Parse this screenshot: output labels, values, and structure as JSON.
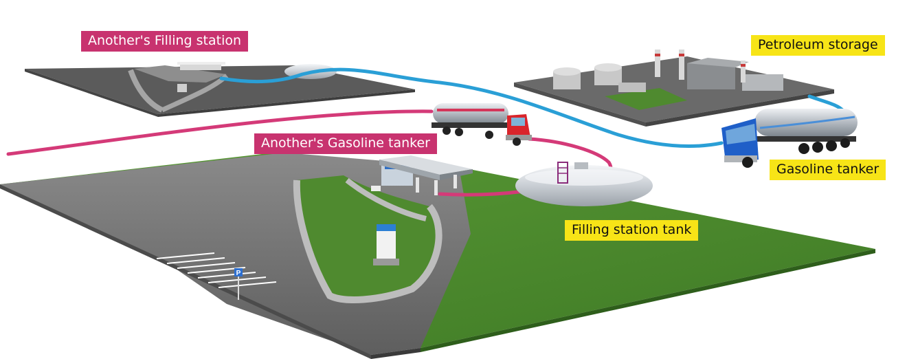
{
  "labels": {
    "another_station": "Another's Filling station",
    "another_tanker": "Another's Gasoline tanker",
    "petroleum_storage": "Petroleum storage",
    "gasoline_tanker": "Gasoline tanker",
    "station_tank": "Filling station tank"
  },
  "parking_sign": "P",
  "colors": {
    "magenta_label": "#c8336f",
    "yellow_label": "#f7e417",
    "blue_route": "#2a9fd6",
    "pink_route": "#d43a78",
    "grass": "#4f8a2f",
    "asphalt": "#6d6d6d",
    "tanker_red_cab": "#d9252b",
    "tanker_blue_cab": "#1f5fc8"
  },
  "icons": {
    "tanker_truck": "tanker-truck-icon",
    "storage_tank": "storage-tank-icon",
    "factory": "refinery-icon",
    "station_canopy": "fuel-canopy-icon"
  }
}
